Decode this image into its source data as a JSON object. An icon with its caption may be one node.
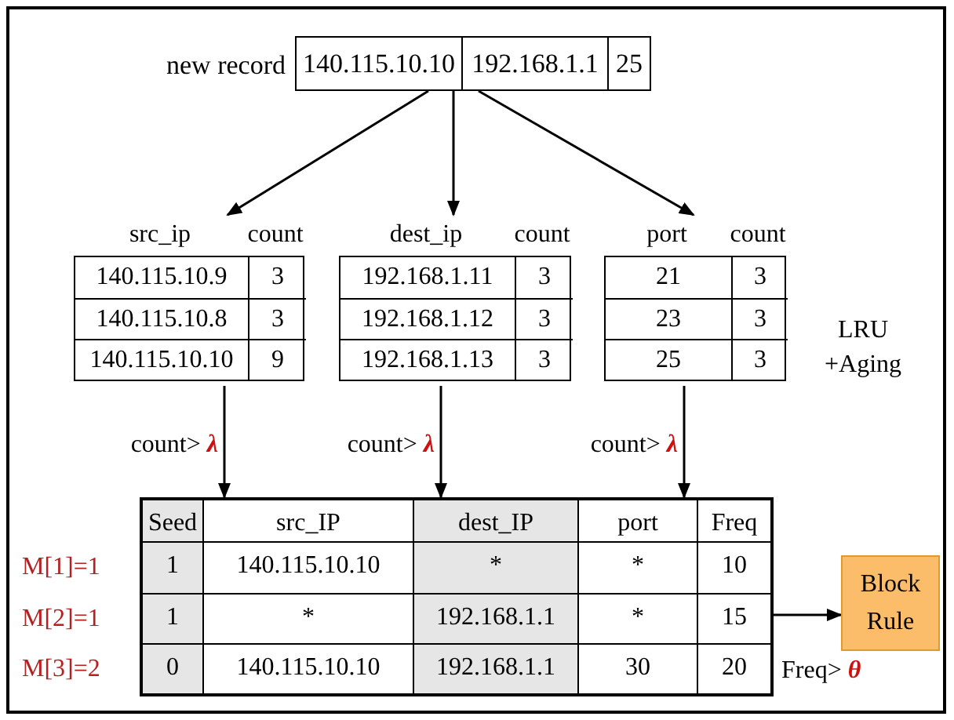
{
  "diagram": {
    "nodes": [
      {
        "text": [
          "140.115.10.10",
          "192.168.1.1",
          "25"
        ],
        "beside": [
          "new record"
        ]
      },
      {
        "text": [
          "src_ip",
          "count",
          "140.115.10.9",
          "3",
          "140.115.10.8",
          "3",
          "140.115.10.10",
          "9"
        ]
      },
      {
        "text": [
          "dest_ip",
          "count",
          "192.168.1.11",
          "3",
          "192.168.1.12",
          "3",
          "192.168.1.13",
          "3"
        ]
      },
      {
        "text": [
          "port",
          "count",
          "21",
          "3",
          "23",
          "3",
          "25",
          "3"
        ]
      },
      {
        "text": [
          "Seed",
          "src_IP",
          "dest_IP",
          "port",
          "Freq",
          "1",
          "140.115.10.10",
          "*",
          "*",
          "10",
          "1",
          "*",
          "192.168.1.1",
          "*",
          "15",
          "0",
          "140.115.10.10",
          "192.168.1.1",
          "30",
          "20"
        ]
      },
      {
        "text": [
          "Block Rule"
        ]
      }
    ],
    "edges": [
      {
        "from": 0,
        "to": 1,
        "arrow": "to"
      },
      {
        "from": 0,
        "to": 2,
        "arrow": "to"
      },
      {
        "from": 0,
        "to": 3,
        "arrow": "to"
      },
      {
        "from": 1,
        "to": 4,
        "arrow": "to",
        "label": "count> *λ*"
      },
      {
        "from": 2,
        "to": 4,
        "arrow": "to",
        "label": "count> *λ*"
      },
      {
        "from": 3,
        "to": 4,
        "arrow": "to",
        "label": "count> *λ*"
      },
      {
        "from": 4,
        "to": 5,
        "arrow": "to",
        "label": "Freq> *θ*"
      }
    ],
    "labels": [
      "LRU +Aging",
      "M[1]=1",
      "M[2]=1",
      "M[3]=2"
    ]
  }
}
